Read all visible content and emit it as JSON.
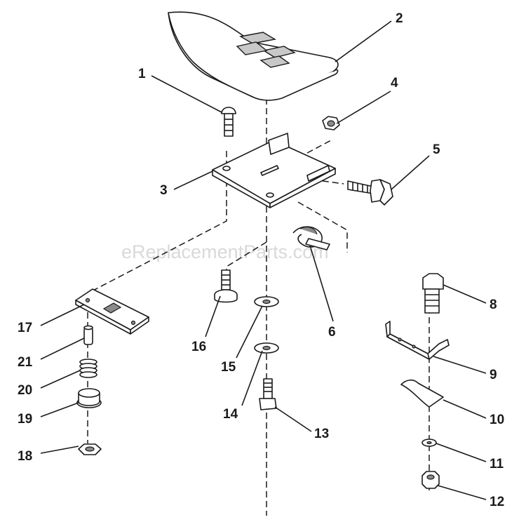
{
  "watermark": "eReplacementParts.com",
  "callouts": [
    {
      "id": "c1",
      "text": "1"
    },
    {
      "id": "c2",
      "text": "2"
    },
    {
      "id": "c3",
      "text": "3"
    },
    {
      "id": "c4",
      "text": "4"
    },
    {
      "id": "c5",
      "text": "5"
    },
    {
      "id": "c6",
      "text": "6"
    },
    {
      "id": "c8",
      "text": "8"
    },
    {
      "id": "c9",
      "text": "9"
    },
    {
      "id": "c10",
      "text": "10"
    },
    {
      "id": "c11",
      "text": "11"
    },
    {
      "id": "c12",
      "text": "12"
    },
    {
      "id": "c13",
      "text": "13"
    },
    {
      "id": "c14",
      "text": "14"
    },
    {
      "id": "c15",
      "text": "15"
    },
    {
      "id": "c16",
      "text": "16"
    },
    {
      "id": "c17",
      "text": "17"
    },
    {
      "id": "c18",
      "text": "18"
    },
    {
      "id": "c19",
      "text": "19"
    },
    {
      "id": "c20",
      "text": "20"
    },
    {
      "id": "c21",
      "text": "21"
    }
  ]
}
